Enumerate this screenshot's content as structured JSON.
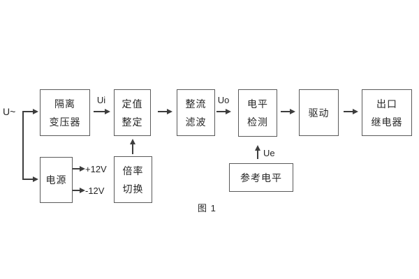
{
  "diagram": {
    "caption": "图 1",
    "input_label": "U~",
    "signals": {
      "ui": "Ui",
      "uo": "Uo",
      "ue": "Ue",
      "plus12": "+12V",
      "minus12": "-12V"
    },
    "blocks": {
      "isolation_transformer": {
        "line1": "隔离",
        "line2": "变压器"
      },
      "setting_adjust": {
        "line1": "定值",
        "line2": "整定"
      },
      "rectifier_filter": {
        "line1": "整流",
        "line2": "滤波"
      },
      "level_detect": {
        "line1": "电平",
        "line2": "检测"
      },
      "drive": {
        "label": "驱动"
      },
      "output_relay": {
        "line1": "出口",
        "line2": "继电器"
      },
      "power_supply": {
        "label": "电源"
      },
      "ratio_switch": {
        "line1": "倍率",
        "line2": "切换"
      },
      "reference_level": {
        "label": "参考电平"
      }
    },
    "colors": {
      "background": "#ffffff",
      "box_border": "#595959",
      "connector_line": "#3d3d3d",
      "text": "#262626"
    }
  }
}
